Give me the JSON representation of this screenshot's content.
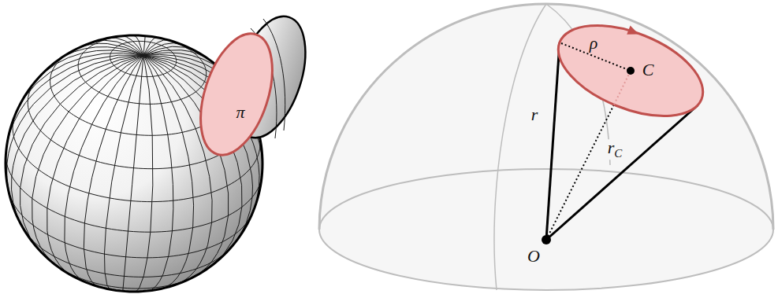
{
  "diagram": {
    "nodes": [
      {
        "text": [
          "π"
        ]
      },
      {
        "text": [
          "ρ",
          "C"
        ]
      }
    ],
    "labels": [
      "r",
      "rC",
      "O"
    ]
  }
}
